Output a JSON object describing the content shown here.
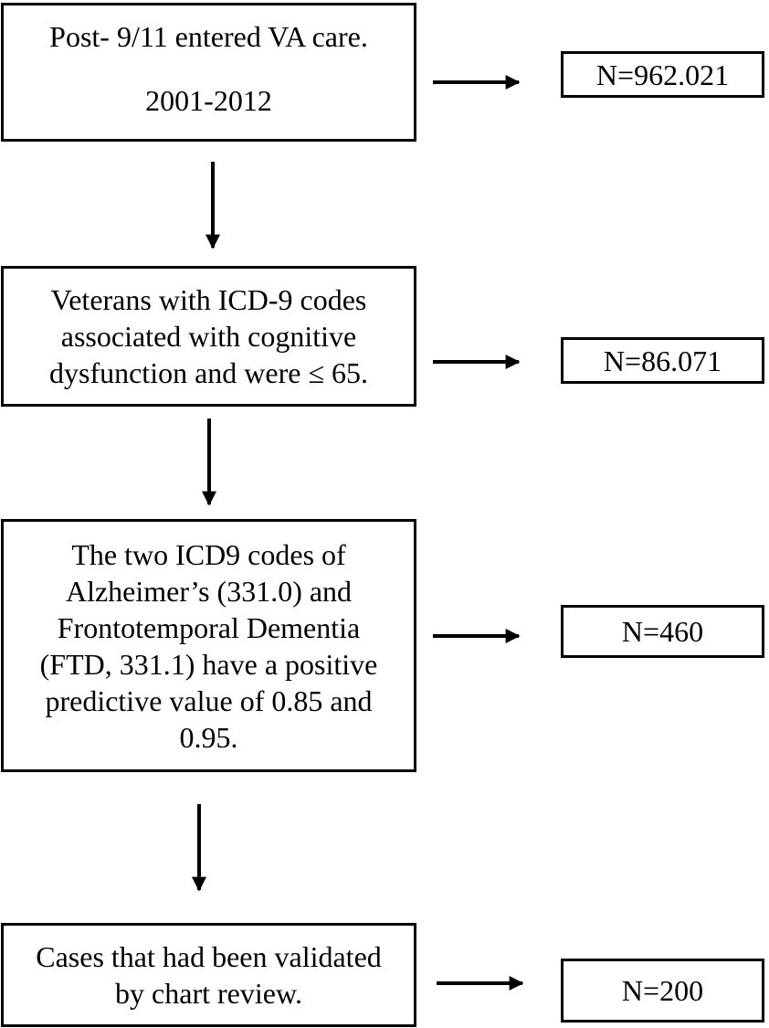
{
  "steps": [
    {
      "lines": [
        "Post- 9/11 entered VA care.",
        "2001-2012"
      ],
      "count": "N=962.021"
    },
    {
      "lines": [
        "Veterans with ICD-9 codes",
        "associated with cognitive",
        "dysfunction and were ≤ 65."
      ],
      "count": "N=86.071"
    },
    {
      "lines": [
        "The two ICD9 codes of",
        "Alzheimer’s (331.0) and",
        "Frontotemporal Dementia",
        "(FTD, 331.1) have a positive",
        "predictive value of 0.85 and",
        "0.95."
      ],
      "count": "N=460"
    },
    {
      "lines": [
        "Cases that had been validated",
        "by chart review."
      ],
      "count": "N=200"
    }
  ]
}
